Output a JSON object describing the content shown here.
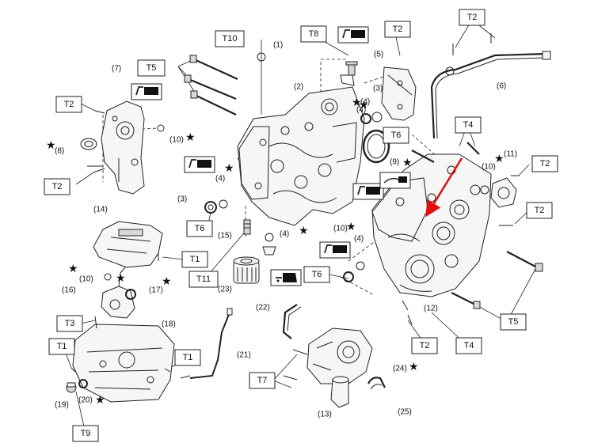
{
  "torque_labels": [
    "T10",
    "T8",
    "T2",
    "T2",
    "T5",
    "T2",
    "T2",
    "T4",
    "T2",
    "T2",
    "T6",
    "T6",
    "T1",
    "T11",
    "T6",
    "T3",
    "T1",
    "T1",
    "T9",
    "T7",
    "T2",
    "T4",
    "T5"
  ],
  "part_numbers": [
    "(1)",
    "(2)",
    "(3)",
    "(4)",
    "(5)",
    "(6)",
    "(7)",
    "(8)",
    "(9)",
    "(10)",
    "(3)",
    "(4)",
    "(4)",
    "(10)",
    "(11)",
    "(10)",
    "(14)",
    "(15)",
    "(4)",
    "(10)",
    "(16)",
    "(17)",
    "(18)",
    "(23)",
    "(19)",
    "(20)",
    "(21)",
    "(22)",
    "(24)",
    "(13)",
    "(25)",
    "(12)",
    "(4)"
  ],
  "icons": {
    "liquid_gasket": "liquid-gasket-tube-icon",
    "oil": "oil-can-icon",
    "star": "non-reusable-part-star-icon"
  },
  "colors": {
    "line": "#222222",
    "highlight_arrow": "#e01010",
    "background": "#ffffff"
  }
}
